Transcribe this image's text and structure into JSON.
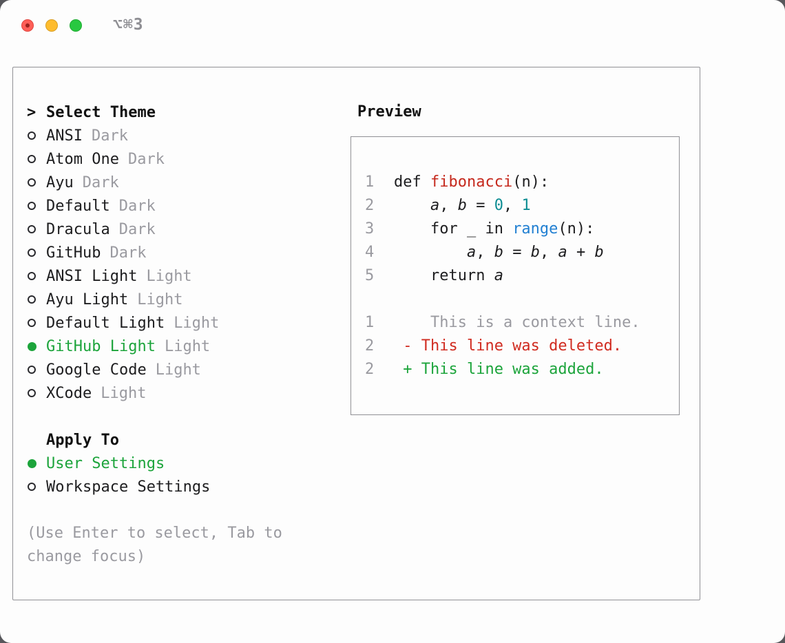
{
  "window": {
    "shortcut_label": "⌥⌘3"
  },
  "colors": {
    "accent_green": "#1ca43b",
    "syntax_red": "#c5281c",
    "syntax_teal": "#0d8d93",
    "syntax_blue": "#2280d2",
    "diff_red": "#d02b20",
    "diff_green": "#1ca43b",
    "muted_gray": "#9a9aa0",
    "text_black": "#1d1d1f"
  },
  "theme_selector": {
    "prompt": ">",
    "title": "Select Theme",
    "options": [
      {
        "name": "ANSI",
        "variant": "Dark",
        "selected": false
      },
      {
        "name": "Atom One",
        "variant": "Dark",
        "selected": false
      },
      {
        "name": "Ayu",
        "variant": "Dark",
        "selected": false
      },
      {
        "name": "Default",
        "variant": "Dark",
        "selected": false
      },
      {
        "name": "Dracula",
        "variant": "Dark",
        "selected": false
      },
      {
        "name": "GitHub",
        "variant": "Dark",
        "selected": false
      },
      {
        "name": "ANSI Light",
        "variant": "Light",
        "selected": false
      },
      {
        "name": "Ayu Light",
        "variant": "Light",
        "selected": false
      },
      {
        "name": "Default Light",
        "variant": "Light",
        "selected": false
      },
      {
        "name": "GitHub Light",
        "variant": "Light",
        "selected": true
      },
      {
        "name": "Google Code",
        "variant": "Light",
        "selected": false
      },
      {
        "name": "XCode",
        "variant": "Light",
        "selected": false
      }
    ]
  },
  "apply_to": {
    "title": "Apply To",
    "options": [
      {
        "name": "User Settings",
        "selected": true
      },
      {
        "name": "Workspace Settings",
        "selected": false
      }
    ]
  },
  "hint": "(Use Enter to select, Tab to change focus)",
  "preview": {
    "title": "Preview",
    "lines": [
      {
        "num": "1",
        "segments": [
          {
            "text": "def "
          },
          {
            "text": "fibonacci",
            "color": "syntax_red"
          },
          {
            "text": "(n):"
          }
        ]
      },
      {
        "num": "2",
        "segments": [
          {
            "text": "    "
          },
          {
            "text": "a",
            "italic": true
          },
          {
            "text": ", "
          },
          {
            "text": "b",
            "italic": true
          },
          {
            "text": " = "
          },
          {
            "text": "0",
            "color": "syntax_teal"
          },
          {
            "text": ", "
          },
          {
            "text": "1",
            "color": "syntax_teal"
          }
        ]
      },
      {
        "num": "3",
        "segments": [
          {
            "text": "    for _ in "
          },
          {
            "text": "range",
            "color": "syntax_blue"
          },
          {
            "text": "(n):"
          }
        ]
      },
      {
        "num": "4",
        "segments": [
          {
            "text": "        "
          },
          {
            "text": "a",
            "italic": true
          },
          {
            "text": ", "
          },
          {
            "text": "b",
            "italic": true
          },
          {
            "text": " = "
          },
          {
            "text": "b",
            "italic": true
          },
          {
            "text": ", "
          },
          {
            "text": "a",
            "italic": true
          },
          {
            "text": " + "
          },
          {
            "text": "b",
            "italic": true
          }
        ]
      },
      {
        "num": "5",
        "segments": [
          {
            "text": "    return "
          },
          {
            "text": "a",
            "italic": true
          }
        ]
      },
      {
        "num": "",
        "segments": []
      },
      {
        "num": "1",
        "segments": [
          {
            "text": "    This is a context line.",
            "color": "muted_gray"
          }
        ]
      },
      {
        "num": "2",
        "segments": [
          {
            "text": " - This line was deleted.",
            "color": "diff_red"
          }
        ]
      },
      {
        "num": "2",
        "segments": [
          {
            "text": " + This line was added.",
            "color": "diff_green"
          }
        ]
      }
    ]
  }
}
